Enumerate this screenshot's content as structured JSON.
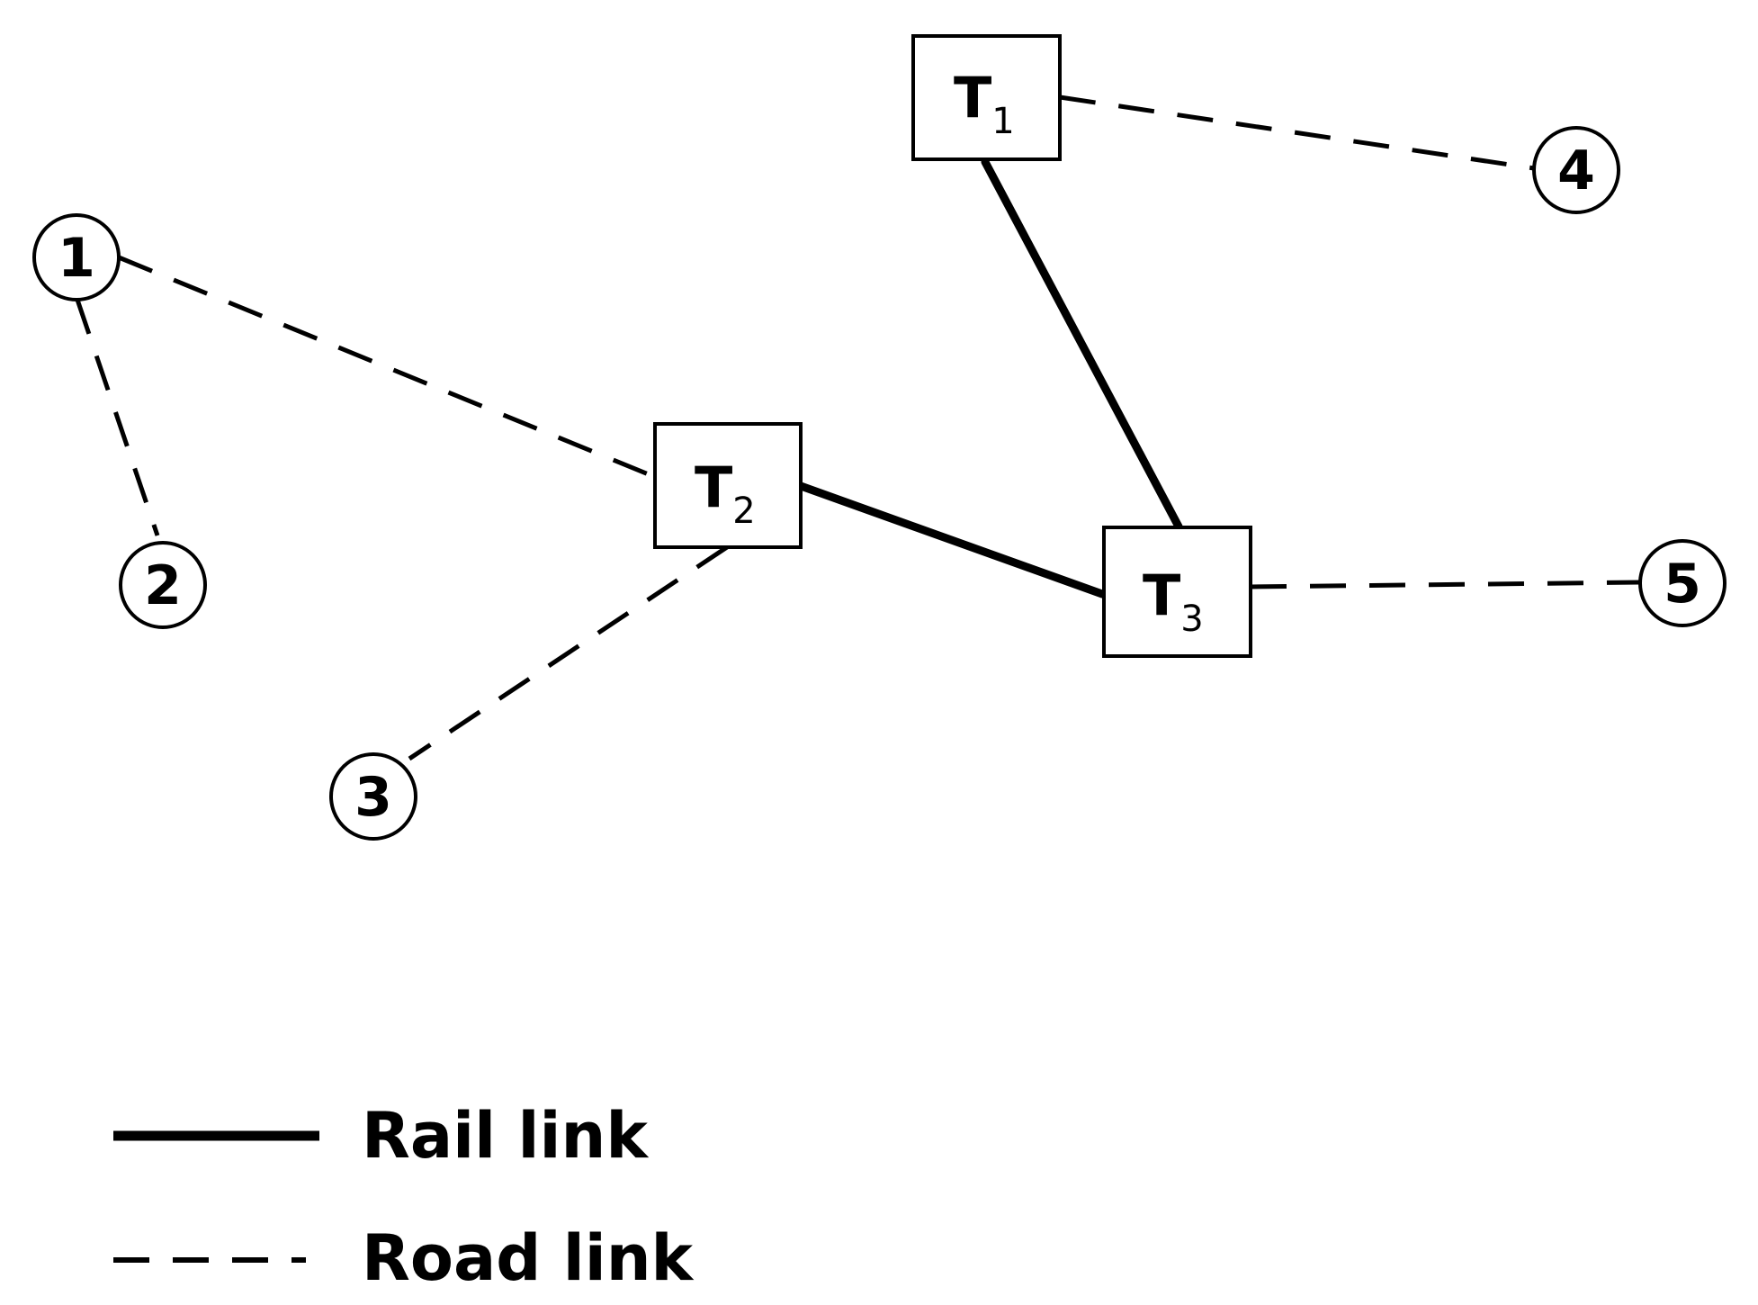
{
  "colors": {
    "stroke": "#000000",
    "background": "#ffffff"
  },
  "terminals": [
    {
      "id": "T1",
      "letter": "T",
      "subscript": "1"
    },
    {
      "id": "T2",
      "letter": "T",
      "subscript": "2"
    },
    {
      "id": "T3",
      "letter": "T",
      "subscript": "3"
    }
  ],
  "nodes": [
    {
      "id": "1",
      "label": "1"
    },
    {
      "id": "2",
      "label": "2"
    },
    {
      "id": "3",
      "label": "3"
    },
    {
      "id": "4",
      "label": "4"
    },
    {
      "id": "5",
      "label": "5"
    }
  ],
  "links": [
    {
      "from": "T1",
      "to": "T3",
      "type": "rail"
    },
    {
      "from": "T2",
      "to": "T3",
      "type": "rail"
    },
    {
      "from": "T1",
      "to": "4",
      "type": "road"
    },
    {
      "from": "1",
      "to": "T2",
      "type": "road"
    },
    {
      "from": "1",
      "to": "2",
      "type": "road"
    },
    {
      "from": "T2",
      "to": "3",
      "type": "road"
    },
    {
      "from": "T3",
      "to": "5",
      "type": "road"
    }
  ],
  "legend": {
    "rail_label": "Rail link",
    "road_label": "Road link"
  }
}
